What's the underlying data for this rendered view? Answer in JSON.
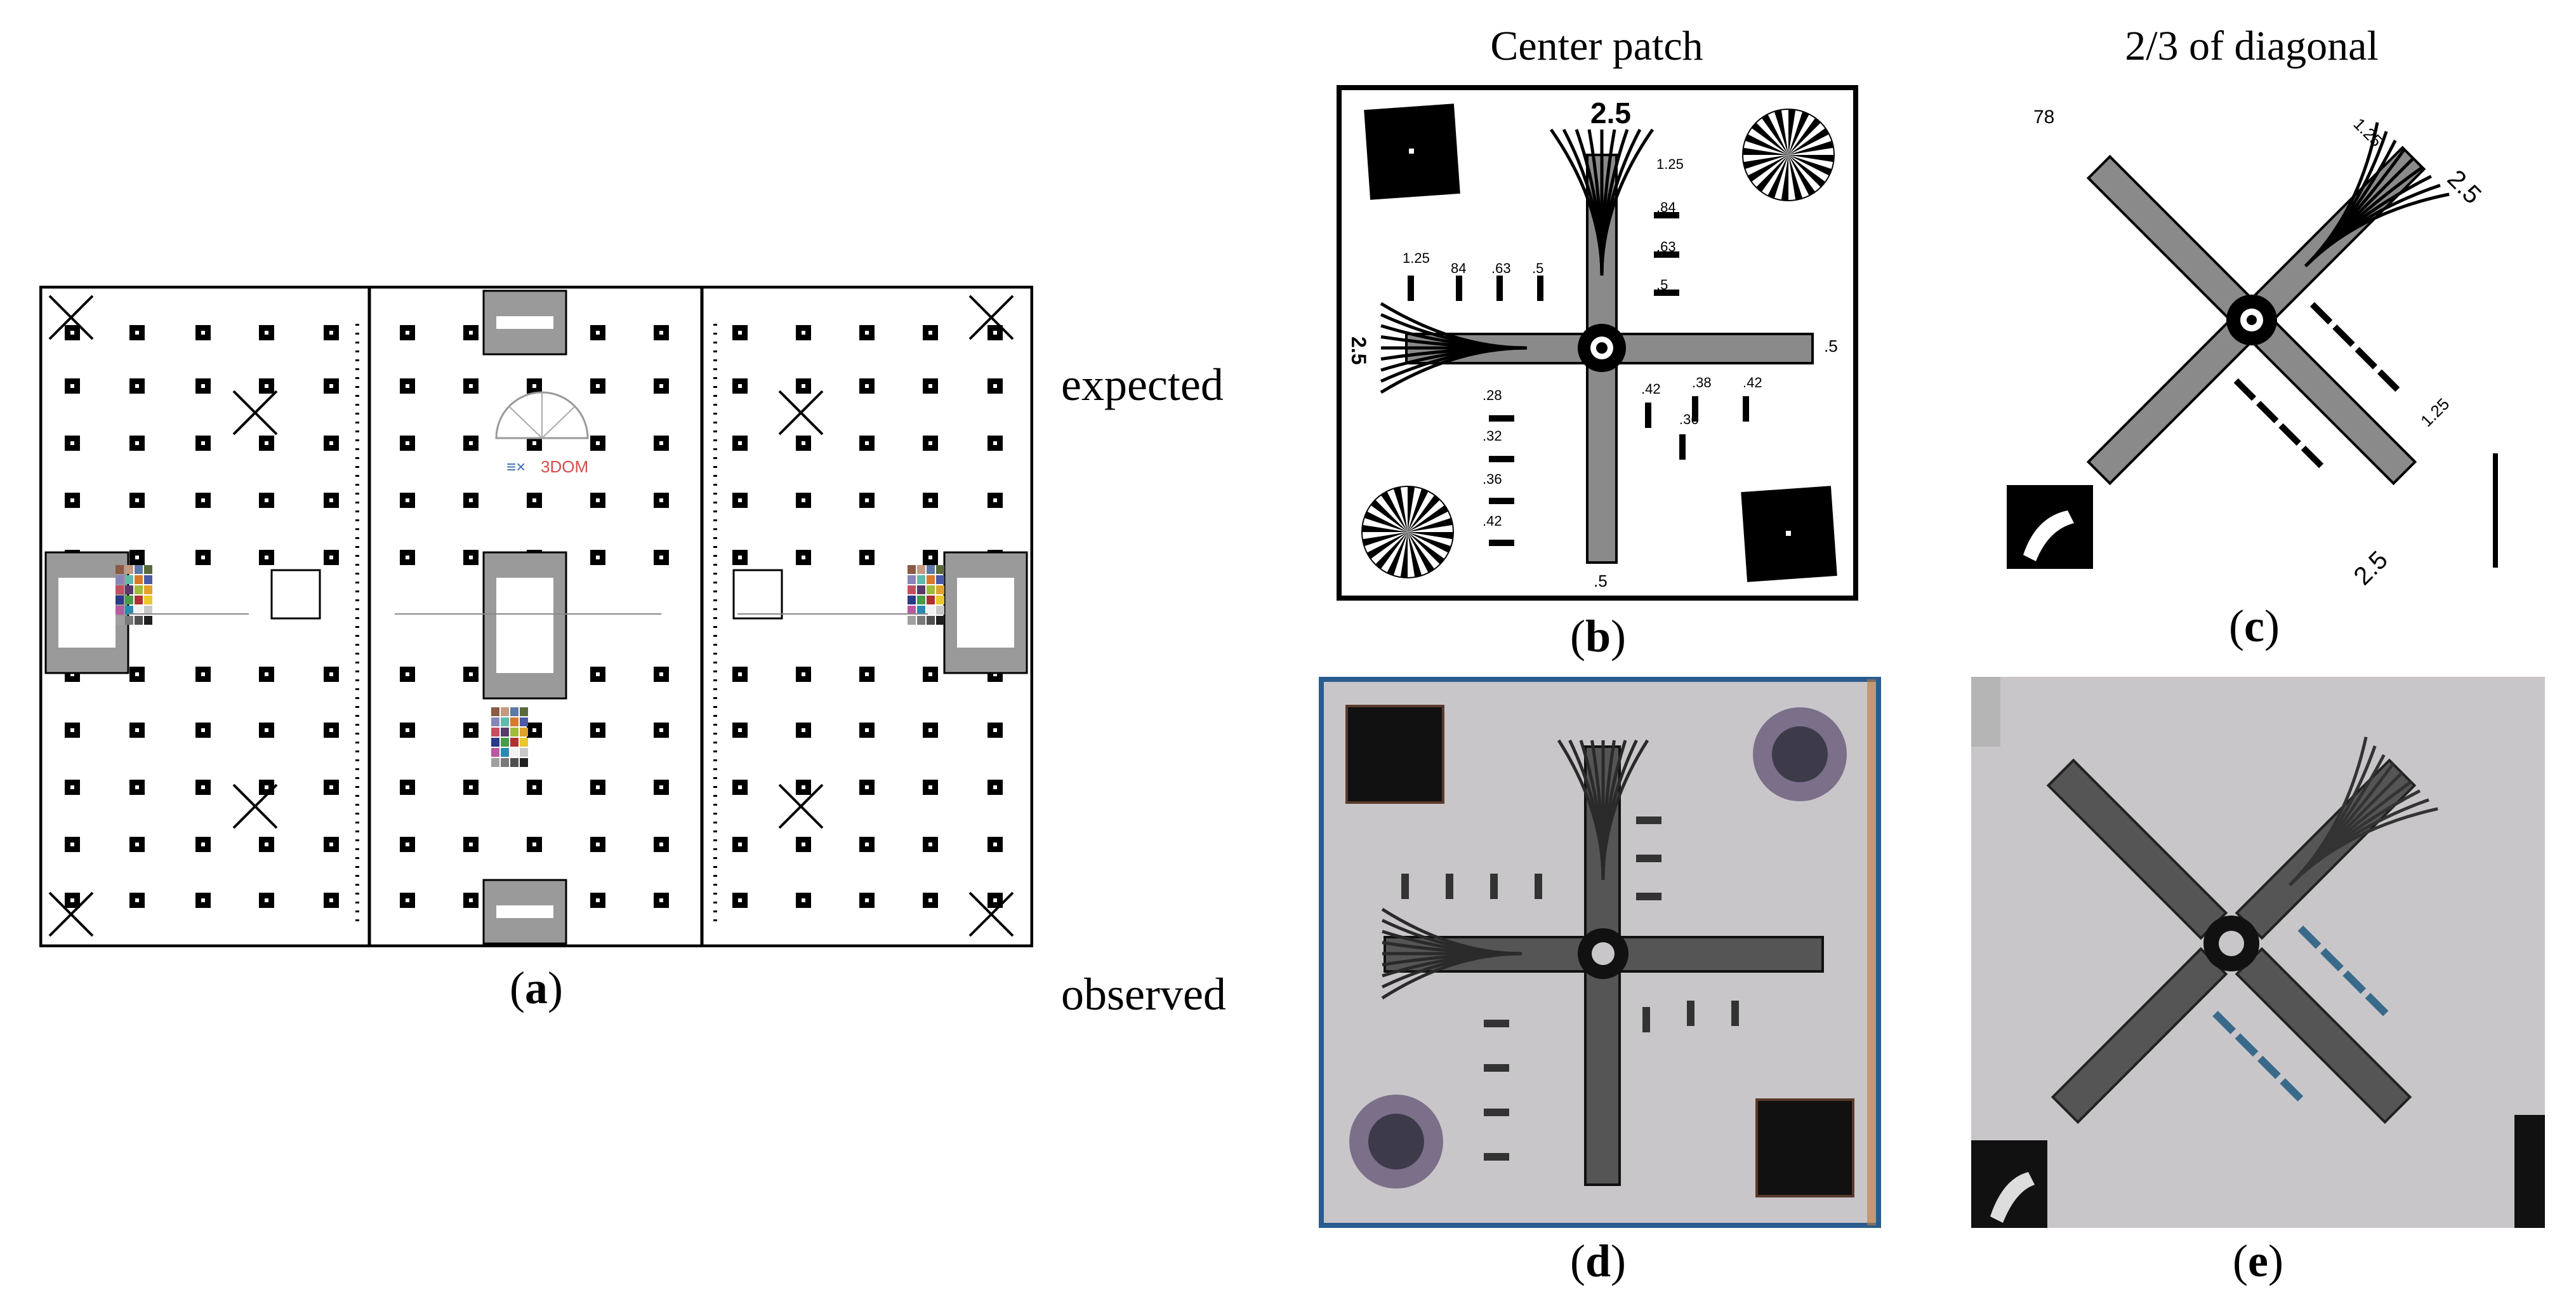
{
  "column_headers": {
    "center": "Center patch",
    "diagonal": "2/3 of diagonal"
  },
  "row_labels": {
    "top": "expected",
    "bottom": "observed"
  },
  "captions": {
    "a": {
      "open": "(",
      "letter": "a",
      "close": ")"
    },
    "b": {
      "open": "(",
      "letter": "b",
      "close": ")"
    },
    "c": {
      "open": "(",
      "letter": "c",
      "close": ")"
    },
    "d": {
      "open": "(",
      "letter": "d",
      "close": ")"
    },
    "e": {
      "open": "(",
      "letter": "e",
      "close": ")"
    }
  },
  "target_chart": {
    "logo_text": "3DOM"
  },
  "center_patch_labels": {
    "top": "2.5",
    "left": "2.5",
    "right": ".5",
    "bottom": ".5",
    "top_right_scale": [
      "1.25",
      ".84",
      ".63",
      ".5"
    ],
    "left_scale": [
      "1.25",
      "84",
      ".63",
      ".5"
    ],
    "bottom_right_scale": [
      ".42",
      ".38",
      ".42",
      ".36"
    ],
    "bottom_left_scale": [
      ".28",
      ".32",
      ".36",
      ".42"
    ]
  },
  "diagonal_patch_labels": {
    "corner": "78",
    "arm_end_1": "2.5",
    "arm_end_2": "2.5",
    "scale_top": "1.25",
    "scale_bottom": "1.25"
  },
  "colors": {
    "ink": "#000000",
    "gray_bar": "#8a8a8a",
    "observed_bg": "#c9c6c9",
    "observed_frame": "#2a5d8f"
  }
}
